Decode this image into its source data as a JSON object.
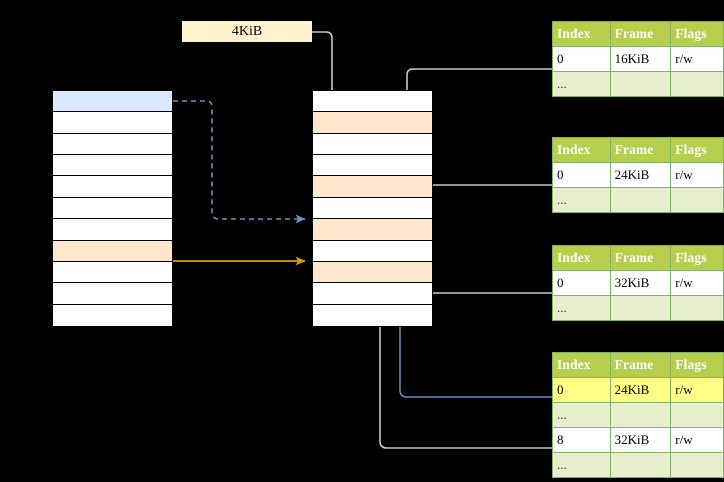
{
  "diagram": {
    "title_label": "4KiB",
    "left_column": {
      "name": "virtual-address-space",
      "rows": [
        {
          "fill": "blue"
        },
        {
          "fill": "white"
        },
        {
          "fill": "white"
        },
        {
          "fill": "white"
        },
        {
          "fill": "white"
        },
        {
          "fill": "white"
        },
        {
          "fill": "white"
        },
        {
          "fill": "peach"
        },
        {
          "fill": "white"
        },
        {
          "fill": "white"
        },
        {
          "fill": "white"
        }
      ]
    },
    "middle_column": {
      "name": "physical-memory",
      "rows": [
        {
          "fill": "white"
        },
        {
          "fill": "peach"
        },
        {
          "fill": "white"
        },
        {
          "fill": "white"
        },
        {
          "fill": "peach"
        },
        {
          "fill": "white"
        },
        {
          "fill": "peach"
        },
        {
          "fill": "white"
        },
        {
          "fill": "peach"
        },
        {
          "fill": "white"
        },
        {
          "fill": "white"
        }
      ]
    },
    "tables": [
      {
        "name": "page-table-level-1",
        "headers": [
          "Index",
          "Frame",
          "Flags"
        ],
        "rows": [
          {
            "cells": [
              "0",
              "16KiB",
              "r/w"
            ],
            "style": "normal",
            "highlight": [
              false,
              false,
              false
            ]
          },
          {
            "cells": [
              "...",
              "",
              ""
            ],
            "style": "alt",
            "highlight": [
              false,
              false,
              false
            ]
          }
        ]
      },
      {
        "name": "page-table-level-2",
        "headers": [
          "Index",
          "Frame",
          "Flags"
        ],
        "rows": [
          {
            "cells": [
              "0",
              "24KiB",
              "r/w"
            ],
            "style": "normal",
            "highlight": [
              false,
              false,
              false
            ]
          },
          {
            "cells": [
              "...",
              "",
              ""
            ],
            "style": "alt",
            "highlight": [
              false,
              false,
              false
            ]
          }
        ]
      },
      {
        "name": "page-table-level-3",
        "headers": [
          "Index",
          "Frame",
          "Flags"
        ],
        "rows": [
          {
            "cells": [
              "0",
              "32KiB",
              "r/w"
            ],
            "style": "normal",
            "highlight": [
              false,
              false,
              false
            ]
          },
          {
            "cells": [
              "...",
              "",
              ""
            ],
            "style": "alt",
            "highlight": [
              false,
              false,
              false
            ]
          }
        ]
      },
      {
        "name": "page-table-level-4",
        "headers": [
          "Index",
          "Frame",
          "Flags"
        ],
        "rows": [
          {
            "cells": [
              "0",
              "24KiB",
              "r/w"
            ],
            "style": "normal",
            "highlight": [
              true,
              true,
              true
            ]
          },
          {
            "cells": [
              "...",
              "",
              ""
            ],
            "style": "alt",
            "highlight": [
              false,
              false,
              false
            ]
          },
          {
            "cells": [
              "8",
              "32KiB",
              "r/w"
            ],
            "style": "normal",
            "highlight": [
              false,
              false,
              false
            ]
          },
          {
            "cells": [
              "...",
              "",
              ""
            ],
            "style": "alt",
            "highlight": [
              false,
              false,
              false
            ]
          }
        ]
      }
    ],
    "colors": {
      "background": "#000000",
      "table_header": "#b5cf4d",
      "table_border": "#82b366",
      "table_alt_row": "#e6eecd",
      "highlight_cell": "#ffff88",
      "blue_block": "#dae8fc",
      "peach_block": "#ffe6cc",
      "size_label_fill": "#fff2cc",
      "connector_gray": "#b3b3b3",
      "connector_blue": "#6c8ebf",
      "connector_orange": "#d79b00"
    }
  }
}
